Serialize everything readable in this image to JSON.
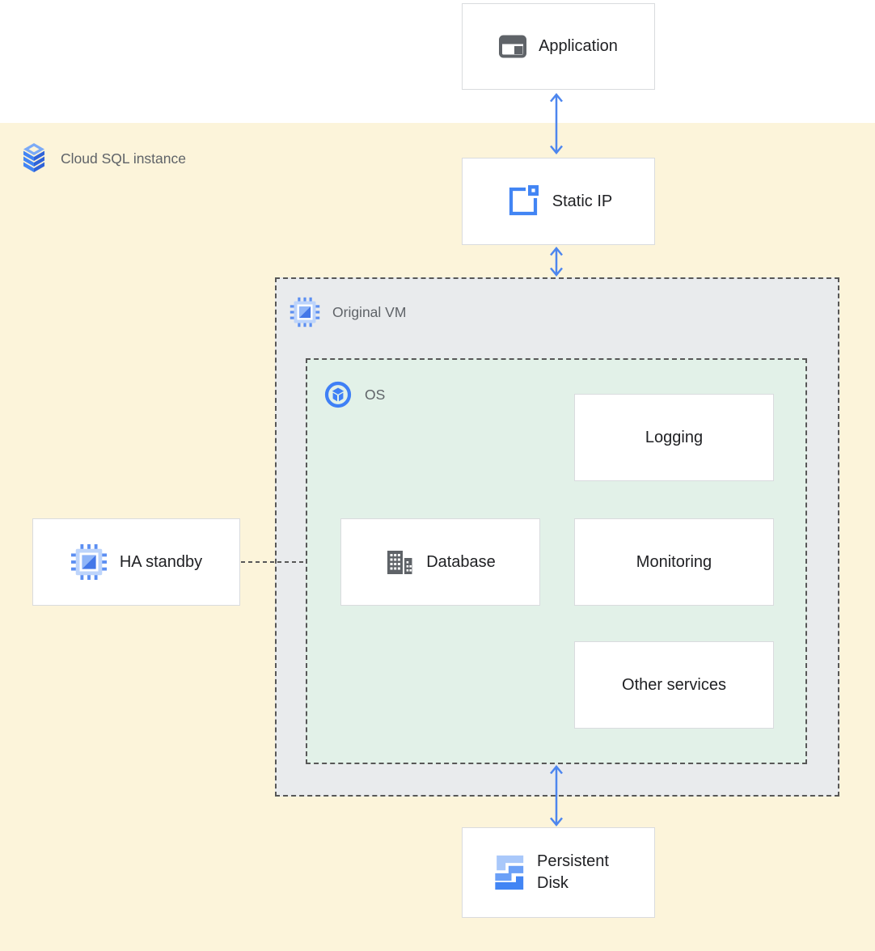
{
  "colors": {
    "page_bg": "#ffffff",
    "instance_bg": "#fcf4da",
    "vm_bg": "#e9ebed",
    "os_bg": "#e2f1e8",
    "arrow_blue": "#4d86ee",
    "node_border": "#d9dbde",
    "dashed_border": "#575757",
    "label_gray": "#5f6368",
    "text_dark": "#202124",
    "icon_blue": "#4285f4",
    "icon_gray": "#5f6368"
  },
  "zones": {
    "cloud_sql_instance": {
      "label": "Cloud SQL instance",
      "icon": "cloud-sql-icon"
    },
    "original_vm": {
      "label": "Original VM",
      "icon": "compute-engine-icon"
    },
    "os": {
      "label": "OS",
      "icon": "os-icon"
    }
  },
  "nodes": {
    "application": {
      "label": "Application",
      "icon": "application-icon"
    },
    "static_ip": {
      "label": "Static IP",
      "icon": "static-ip-icon"
    },
    "ha_standby": {
      "label": "HA standby",
      "icon": "compute-engine-icon"
    },
    "database": {
      "label": "Database",
      "icon": "database-icon"
    },
    "logging": {
      "label": "Logging"
    },
    "monitoring": {
      "label": "Monitoring"
    },
    "other_services": {
      "label": "Other services"
    },
    "persistent_disk": {
      "label": "Persistent Disk",
      "icon": "persistent-disk-icon"
    }
  },
  "connections": [
    {
      "from": "application",
      "to": "static_ip",
      "style": "double-arrow"
    },
    {
      "from": "static_ip",
      "to": "original_vm",
      "style": "double-arrow"
    },
    {
      "from": "os",
      "to": "persistent_disk",
      "style": "double-arrow"
    },
    {
      "from": "ha_standby",
      "to": "os",
      "style": "dashed-line"
    }
  ]
}
